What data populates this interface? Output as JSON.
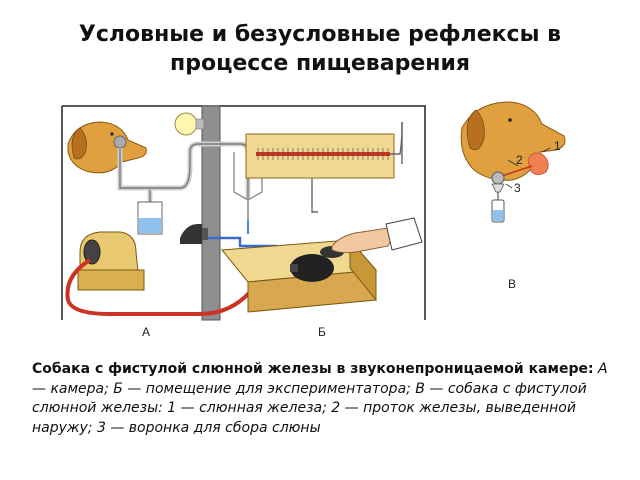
{
  "title": "Условные и безусловные рефлексы в процессе пищеварения",
  "diagram": {
    "label_a": "А",
    "label_b": "Б",
    "label_v": "В",
    "num_1": "1",
    "num_2": "2",
    "num_3": "3",
    "colors": {
      "wall": "#8f8f8f",
      "table": "#e8c870",
      "scale_bar": "#f0d890",
      "tube_red": "#cc3322",
      "gland": "#f08050",
      "dog": "#e0a040",
      "water": "#8fc0ee"
    }
  },
  "caption": {
    "bold": "Собака с фистулой слюнной железы в звуконепроницаемой камере:",
    "text": " А — камера; Б — помещение для экспериментатора; В — собака с фистулой слюнной железы: 1 — слюнная железа; 2 — проток железы, выведенной наружу; 3 — воронка для сбора слюны"
  }
}
